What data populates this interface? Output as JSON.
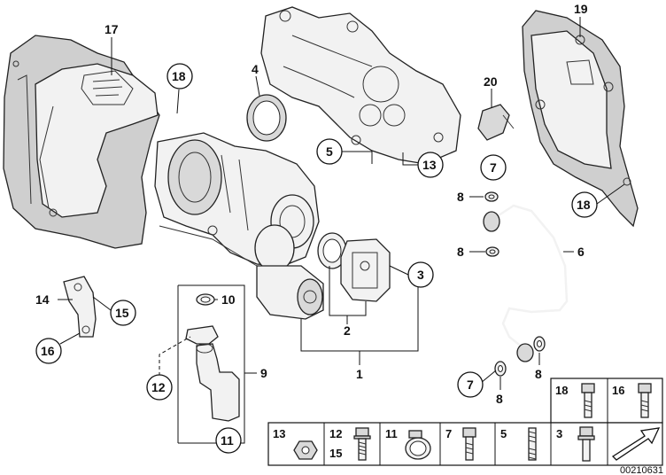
{
  "callouts": {
    "n17": "17",
    "n18a": "18",
    "n4": "4",
    "n5": "5",
    "n13a": "13",
    "n19": "19",
    "n20": "20",
    "n7a": "7",
    "n8a": "8",
    "n8b": "8",
    "n18b": "18",
    "n6": "6",
    "n3": "3",
    "n10": "10",
    "n14": "14",
    "n15": "15",
    "n16": "16",
    "n2": "2",
    "n1": "1",
    "n9": "9",
    "n12": "12",
    "n11": "11",
    "n7b": "7",
    "n8c": "8",
    "n8d": "8"
  },
  "legend": {
    "cells": [
      {
        "label": "13"
      },
      {
        "label": "12",
        "sublabel": "15"
      },
      {
        "label": "11"
      },
      {
        "label": "7"
      },
      {
        "label": "5"
      },
      {
        "label": "3"
      },
      {
        "label": "18"
      },
      {
        "label": "16"
      }
    ]
  },
  "doc_number": "00210631",
  "colors": {
    "line": "#111111",
    "shield": "#cfcfcf",
    "part": "#f2f2f2"
  }
}
